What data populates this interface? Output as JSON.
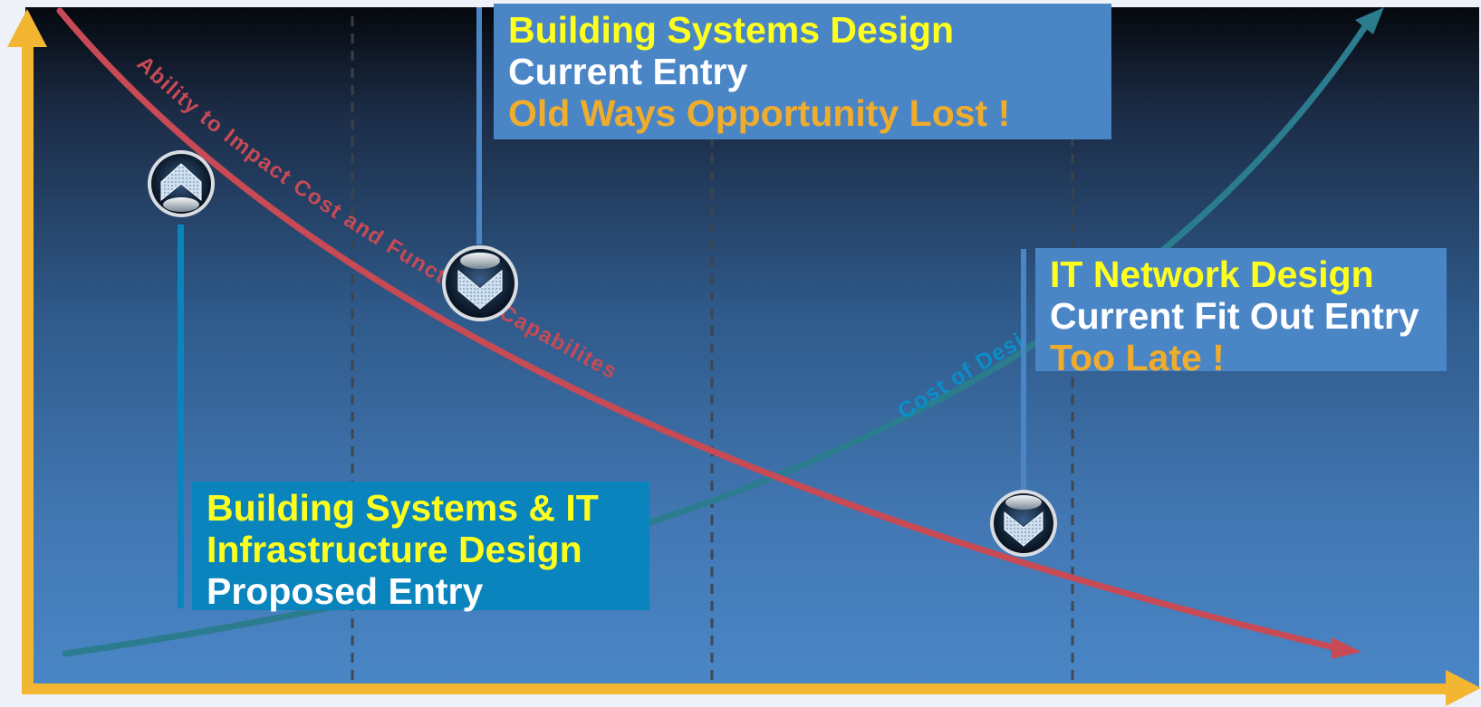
{
  "colors": {
    "axis": "#f2b632",
    "ability_curve": "#c74a55",
    "cost_curve": "#2a7c8e",
    "cost_label": "#0a8ec8",
    "title_yellow": "#ffff1e",
    "text_white": "#ffffff",
    "text_orange": "#f0ac2c",
    "stem_blue": "#4a86c6",
    "stem_teal": "#0a84bd"
  },
  "curves": {
    "ability_label": "Ability to Impact Cost and Functional Capabilites",
    "cost_label": "Cost of Design Changes"
  },
  "callouts": {
    "building_systems": {
      "line1": "Building Systems Design",
      "line2": "Current Entry",
      "line3": "Old Ways Opportunity Lost !"
    },
    "it_network": {
      "line1": "IT Network Design",
      "line2": "Current Fit Out Entry",
      "line3": "Too Late !"
    },
    "proposed": {
      "line1": "Building Systems & IT",
      "line2": "Infrastructure Design",
      "line3": "Proposed Entry"
    }
  },
  "markers": {
    "proposed": "up-arrow-icon",
    "current": "down-arrow-icon",
    "it_fitout": "down-arrow-icon"
  }
}
